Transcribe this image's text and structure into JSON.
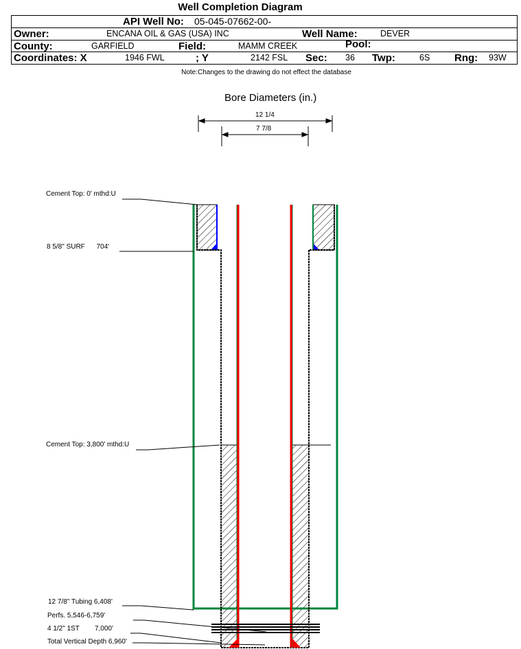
{
  "title": "Well Completion Diagram",
  "header": {
    "api_label": "API Well No:",
    "api_value": "05-045-07662-00-",
    "owner_label": "Owner:",
    "owner_value": "ENCANA OIL & GAS (USA) INC",
    "well_name_label": "Well Name:",
    "well_name_value": "DEVER",
    "county_label": "County:",
    "county_value": "GARFIELD",
    "field_label": "Field:",
    "field_value": "MAMM CREEK",
    "pool_label": "Pool:",
    "coord_x_label": "Coordinates: X",
    "coord_x_value": "1946 FWL",
    "coord_y_label": "; Y",
    "coord_y_value": "2142 FSL",
    "sec_label": "Sec:",
    "sec_value": "36",
    "twp_label": "Twp:",
    "twp_value": "6S",
    "rng_label": "Rng:",
    "rng_value": "93W"
  },
  "note": "Note:Changes to the drawing do not effect the database",
  "diagram": {
    "bore_title": "Bore Diameters (in.)",
    "bore_diameters": [
      "12 1/4",
      "7 7/8"
    ],
    "annotations": [
      "Cement Top: 0' mthd:U",
      "8 5/8\" SURF      704'",
      "Cement Top: 3,800' mthd:U",
      "12 7/8\" Tubing 6,408'",
      "Perfs. 5,546-6,759'",
      "4 1/2\" 1ST        7,000'",
      "Total Vertical Depth 6,960'"
    ],
    "colors": {
      "borehole": "#00843d",
      "tubing": "#ff0000",
      "cement_fill": "#0000ff"
    }
  }
}
